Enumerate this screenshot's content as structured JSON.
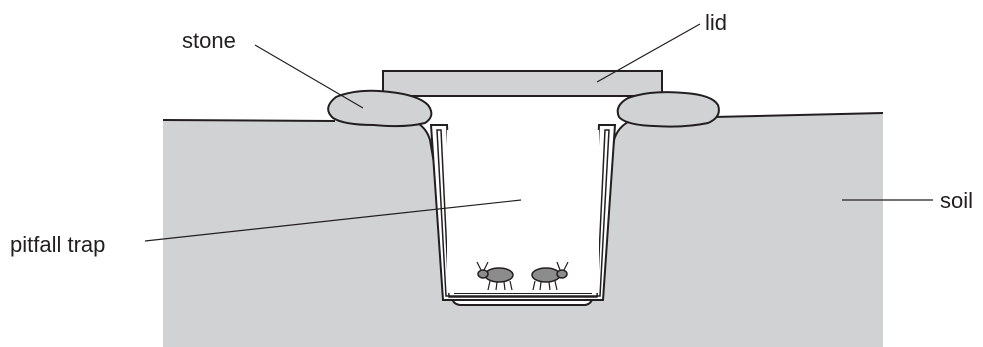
{
  "labels": {
    "stone": "stone",
    "lid": "lid",
    "soil": "soil",
    "pitfall_trap": "pitfall trap"
  },
  "colors": {
    "soil": "#d1d2d4",
    "lid": "#d1d2d4",
    "stone": "#d1d2d4",
    "outline": "#231f20",
    "beetle": "#8c8c8c"
  }
}
